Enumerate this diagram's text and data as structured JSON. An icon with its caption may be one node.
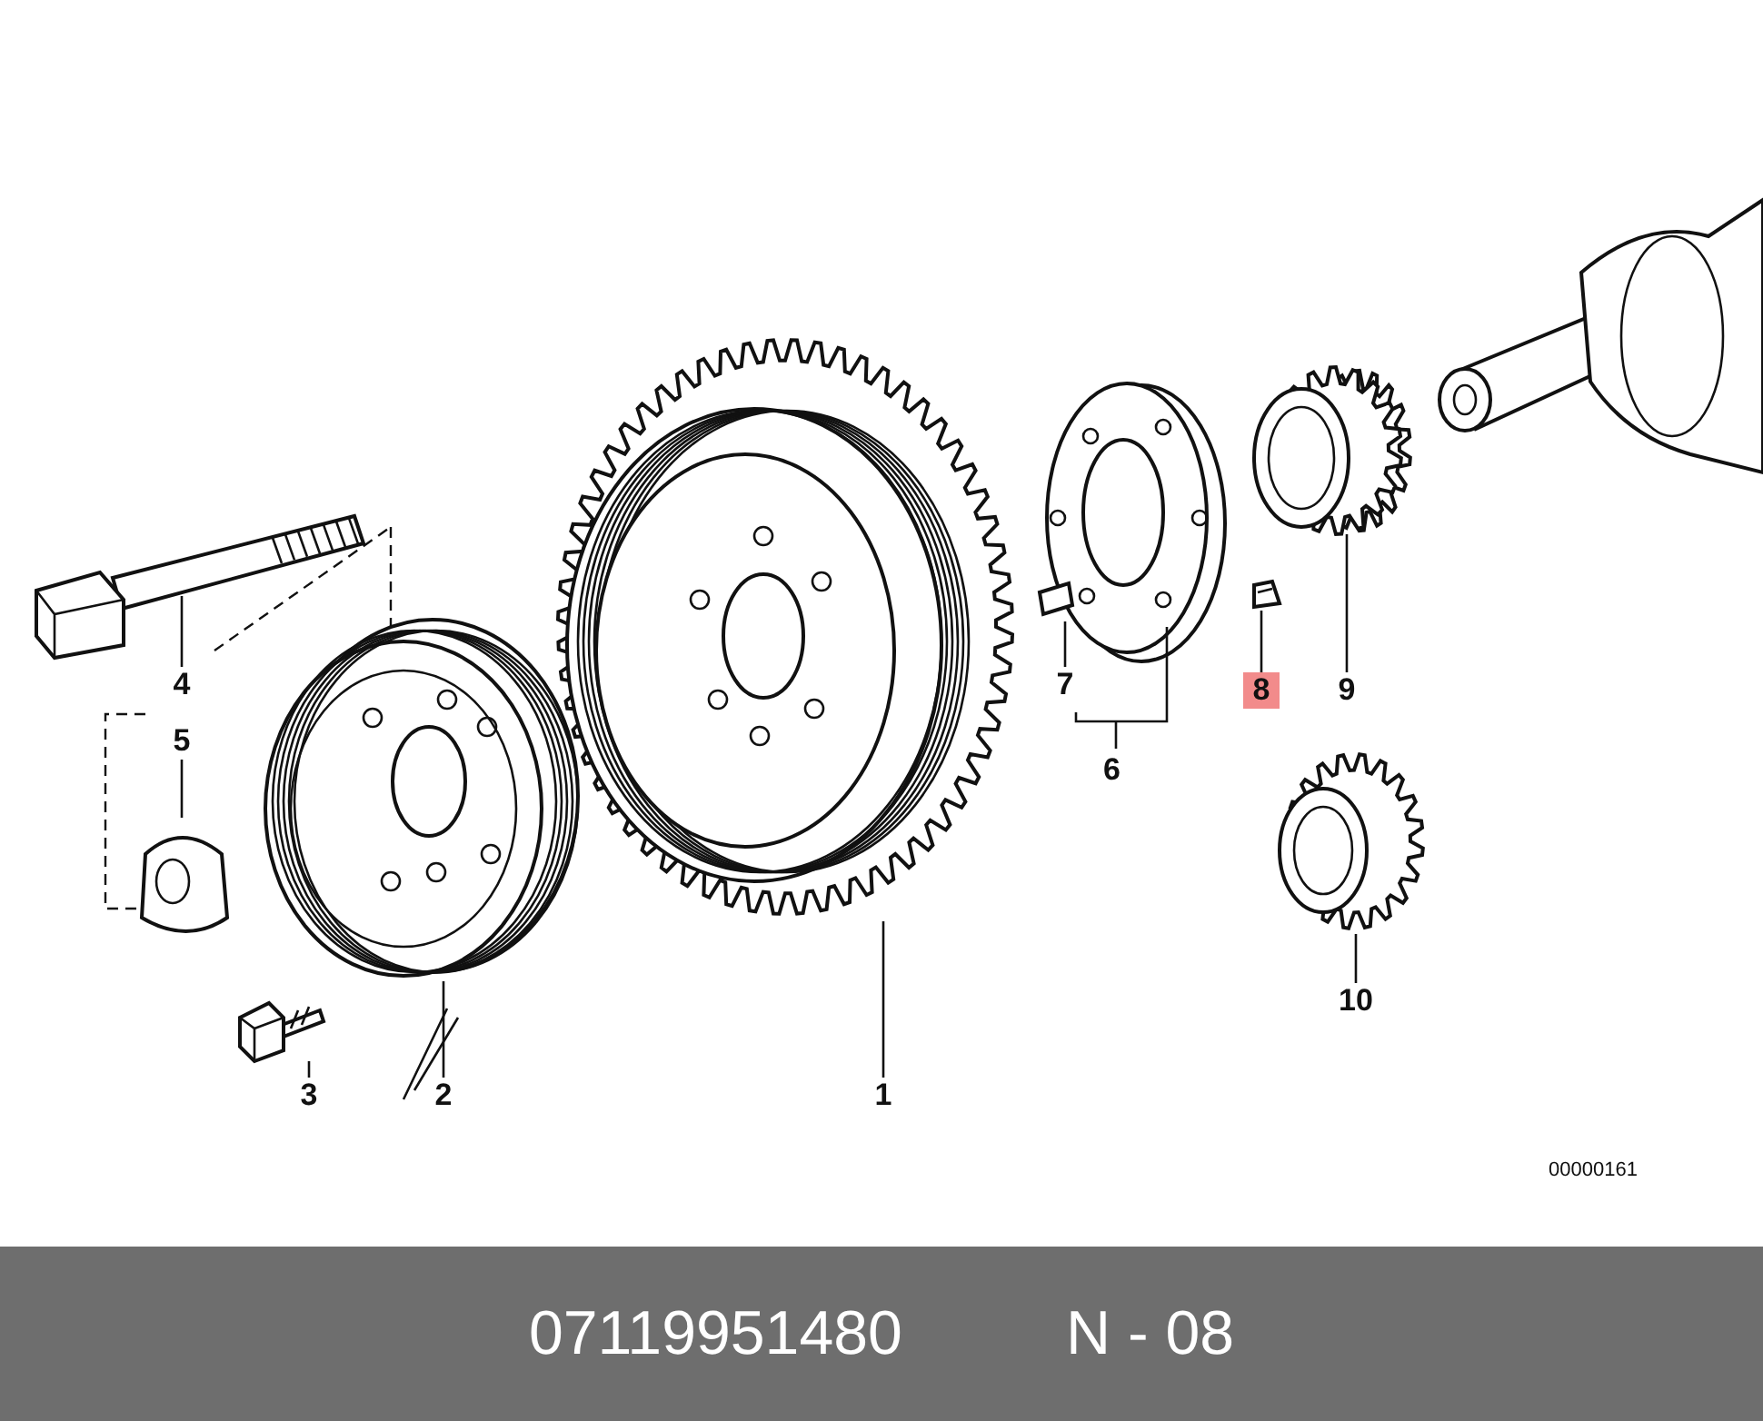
{
  "diagram": {
    "nodes": [
      {
        "text": [
          "4"
        ]
      },
      {
        "text": [],
        "shape": "picture"
      },
      {
        "text": [
          "5"
        ]
      },
      {
        "text": [],
        "shape": "picture"
      },
      {
        "text": [
          "3"
        ]
      },
      {
        "text": [],
        "shape": "picture"
      },
      {
        "text": [
          "2"
        ]
      },
      {
        "text": [],
        "shape": "picture"
      },
      {
        "text": [
          "1"
        ]
      },
      {
        "text": [],
        "shape": "picture"
      },
      {
        "text": [
          "7"
        ]
      },
      {
        "text": [],
        "shape": "picture"
      },
      {
        "text": [
          "8"
        ]
      },
      {
        "text": [],
        "shape": "picture"
      },
      {
        "text": [
          "9"
        ]
      },
      {
        "text": [],
        "shape": "picture"
      },
      {
        "text": [
          "10"
        ]
      },
      {
        "text": [],
        "shape": "picture"
      }
    ],
    "edges": [
      {
        "from": 0,
        "to": 1,
        "arrow": "none"
      },
      {
        "from": 2,
        "to": 3,
        "arrow": "none"
      },
      {
        "from": 4,
        "to": 5,
        "arrow": "none"
      },
      {
        "from": 6,
        "to": 7,
        "arrow": "none"
      },
      {
        "from": 8,
        "to": 9,
        "arrow": "none"
      },
      {
        "from": 10,
        "to": 11,
        "arrow": "none"
      },
      {
        "from": 12,
        "to": 13,
        "arrow": "none"
      },
      {
        "from": 14,
        "to": 15,
        "arrow": "none"
      },
      {
        "from": 16,
        "to": 17,
        "arrow": "none"
      }
    ],
    "labels": [
      "6",
      "00000161",
      "07119951480",
      "N - 08"
    ]
  }
}
